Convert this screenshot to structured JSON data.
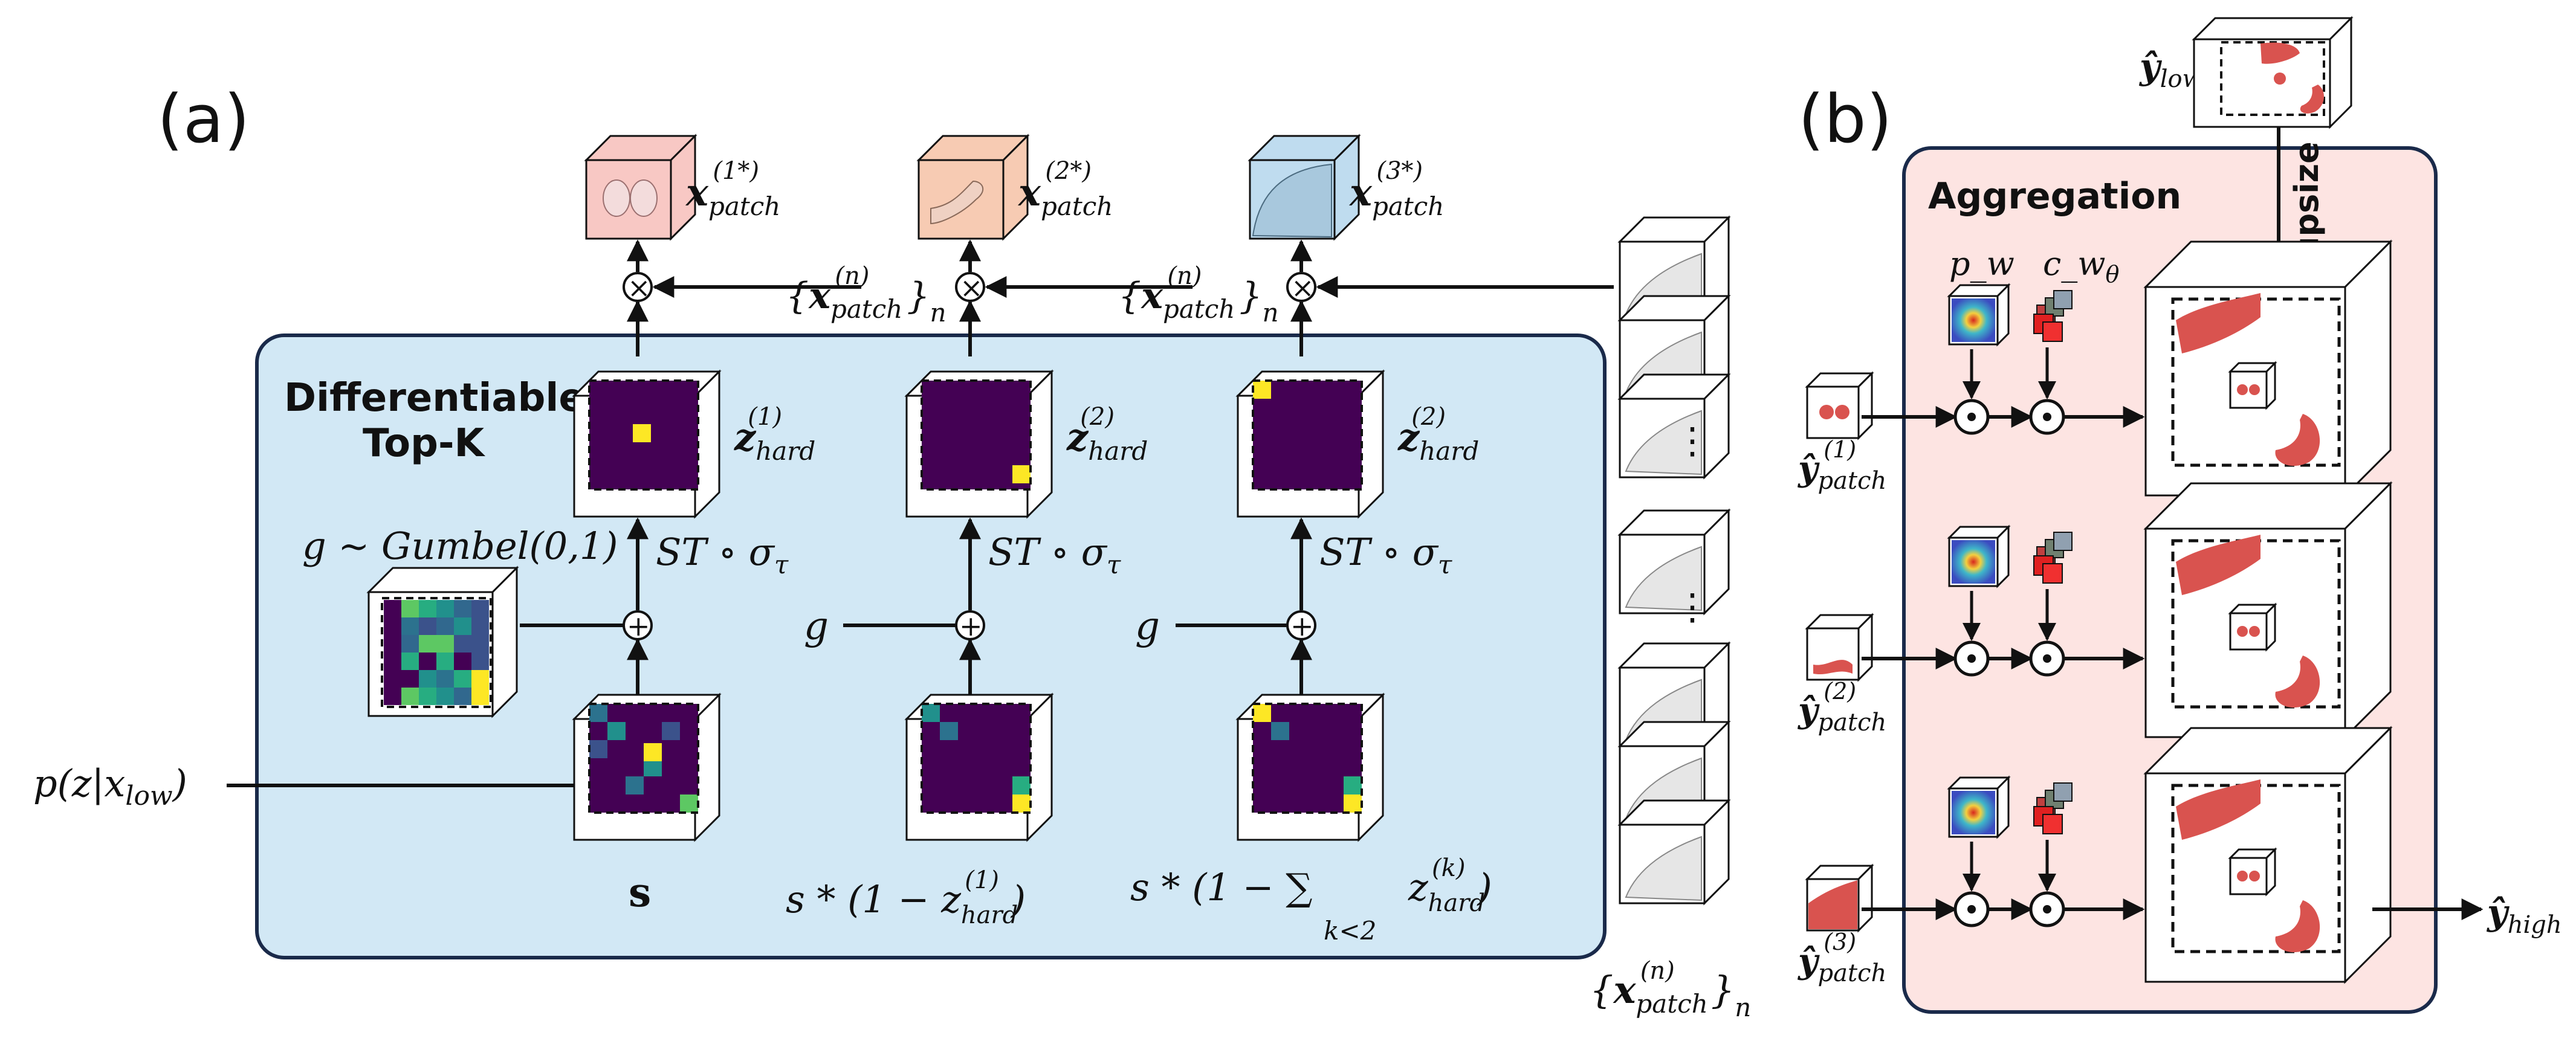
{
  "panel_a": {
    "label": "(a)",
    "box_title_line1": "Differentiable",
    "box_title_line2": "Top-K",
    "input": "p(z|x",
    "input_sub": "low",
    "input_close": ")",
    "gumbel": "g ~ Gumbel(0,1)",
    "g": "g",
    "st": "ST ∘ σ",
    "st_sub": "τ",
    "z_main": "z",
    "z_sub": "hard",
    "z1_sup": "(1)",
    "z2_sup": "(2)",
    "z3_sup": "(2)",
    "x_main": "x",
    "x_sub": "patch",
    "x1_sup": "(1*)",
    "x2_sup": "(2*)",
    "x3_sup": "(3*)",
    "set_sup": "(n)",
    "set_tail": "n",
    "s": "s",
    "s2_text": "s * (1 − z",
    "s2_sup": "(1)",
    "s2_sub": "hard",
    "s3_text": "s * (1 − ∑",
    "s3_under": "k<2",
    "s3_z": "z",
    "s3_sup": "(k)",
    "s3_sub": "hard",
    "paren_close": ")",
    "vdots": "⋮"
  },
  "panel_b": {
    "label": "(b)",
    "title": "Aggregation",
    "y_low_main": "ŷ",
    "y_low_sub": "low",
    "upsize": "upsize",
    "p_w": "p_w",
    "c_w": "c_w",
    "c_w_sub": "θ",
    "y_patch_main": "ŷ",
    "y_patch_sub": "patch",
    "y1_sup": "(1)",
    "y2_sup": "(2)",
    "y3_sup": "(3)",
    "y_high_main": "ŷ",
    "y_high_sub": "high"
  },
  "colors": {
    "box_a": "#d2e8f5",
    "box_b": "#fde4e2",
    "border": "#1a2a4a",
    "heat_dark": "#440154",
    "heat_yellow": "#fde725",
    "organ_red": "#d9534f",
    "cube_pink": "#f8c8c4",
    "cube_peach": "#f7cbb3",
    "cube_blue": "#bfdcef"
  }
}
